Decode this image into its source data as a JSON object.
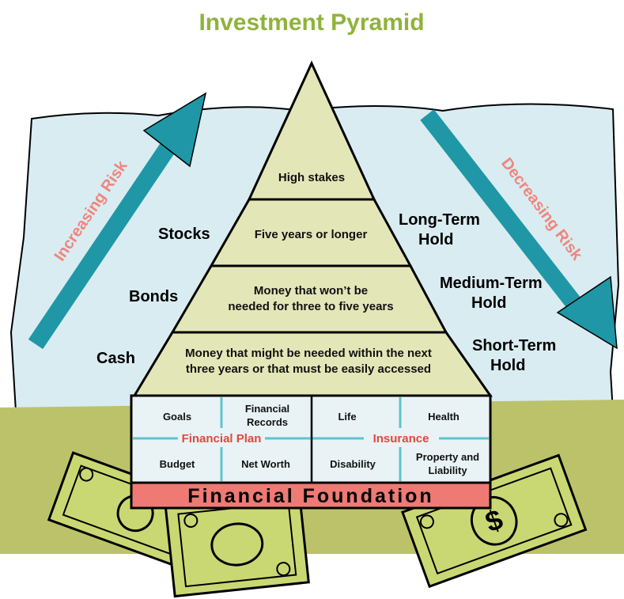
{
  "title": "Investment Pyramid",
  "colors": {
    "title": "#8fb33a",
    "sky": "#d9ecf1",
    "ground": "#bcc26a",
    "pyramid_fill": "#e3e7b8",
    "foundation_fill": "#ee7a73",
    "arrow": "#1f97a6",
    "risk_text": "#f0857d",
    "section_label": "#e2473f",
    "cell_fill": "#e9f3f5",
    "cell_divider": "#5fc3cf",
    "money": "#c9d873"
  },
  "tiers": [
    {
      "lines": [
        "High stakes"
      ]
    },
    {
      "lines": [
        "Five years or longer"
      ]
    },
    {
      "lines": [
        "Money that won’t be",
        "needed for three to five years"
      ]
    },
    {
      "lines": [
        "Money that might be needed within the next",
        "three years or that must be easily accessed"
      ]
    }
  ],
  "left_labels": {
    "stocks": "Stocks",
    "bonds": "Bonds",
    "cash": "Cash"
  },
  "right_labels": {
    "long": [
      "Long-Term",
      "Hold"
    ],
    "medium": [
      "Medium-Term",
      "Hold"
    ],
    "short": [
      "Short-Term",
      "Hold"
    ]
  },
  "risk": {
    "increasing": "Increasing Risk",
    "decreasing": "Decreasing Risk"
  },
  "financial_plan": {
    "label": "Financial Plan",
    "cells": {
      "goals": [
        "Goals"
      ],
      "records": [
        "Financial",
        "Records"
      ],
      "budget": [
        "Budget"
      ],
      "net_worth": [
        "Net Worth"
      ]
    }
  },
  "insurance": {
    "label": "Insurance",
    "cells": {
      "life": [
        "Life"
      ],
      "health": [
        "Health"
      ],
      "disability": [
        "Disability"
      ],
      "property": [
        "Property and",
        "Liability"
      ]
    }
  },
  "foundation": "Financial Foundation",
  "icons": {
    "money_left": "dollar-bill-icon",
    "money_center": "dollar-bill-icon",
    "money_right": "dollar-bill-icon"
  }
}
